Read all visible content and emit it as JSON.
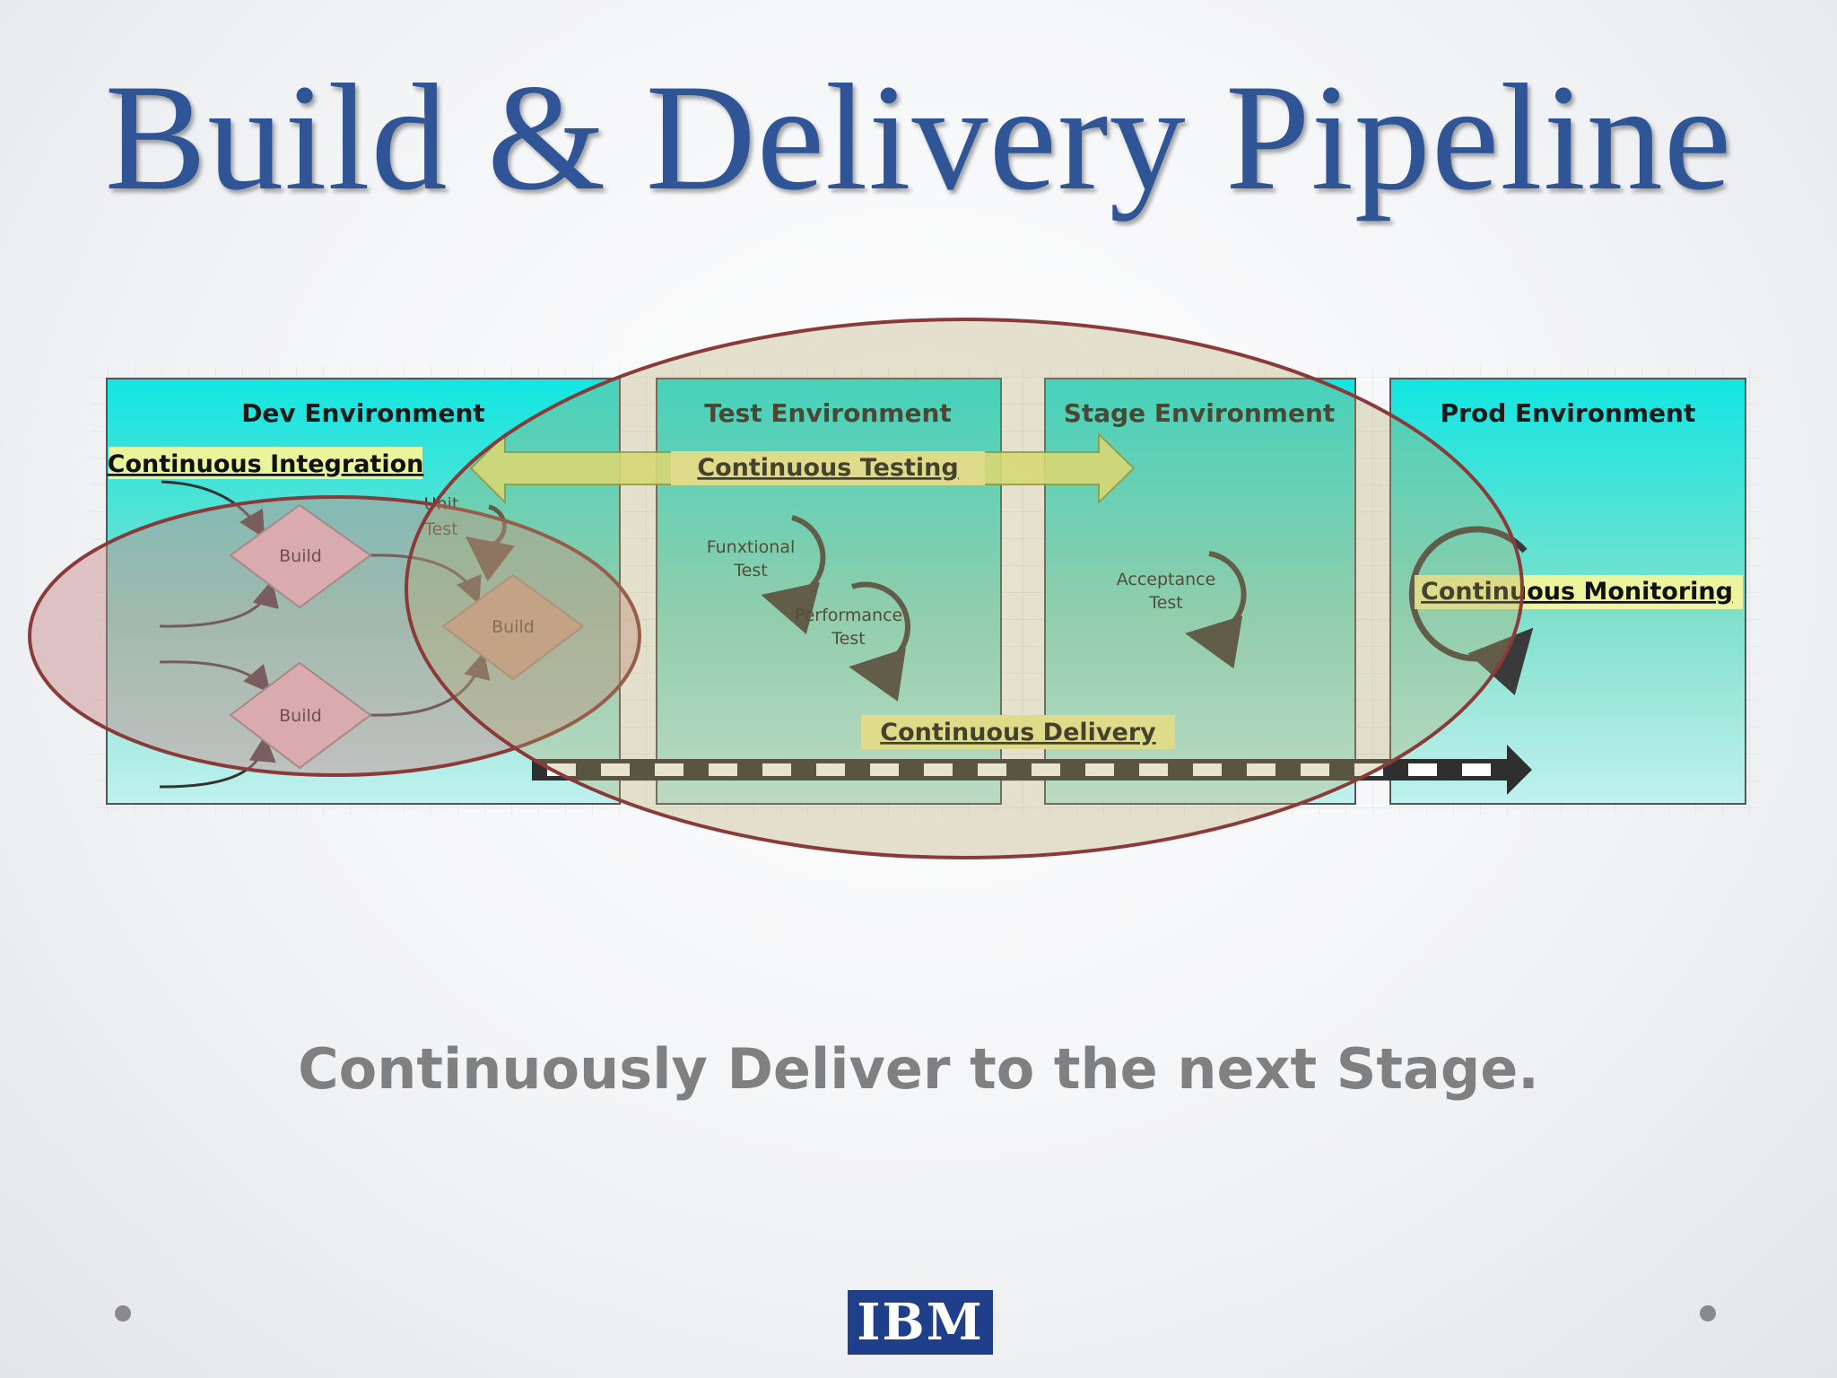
{
  "slide": {
    "title": "Build & Delivery Pipeline",
    "subtitle": "Continuously Deliver to the next Stage."
  },
  "diagram": {
    "environments": [
      "Dev Environment",
      "Test Environment",
      "Stage Environment",
      "Prod Environment"
    ],
    "banners": {
      "continuous_integration": "Continuous Integration",
      "continuous_testing": "Continuous Testing",
      "continuous_delivery": "Continuous Delivery",
      "continuous_monitoring": "Continuous Monitoring"
    },
    "nodes": {
      "build_top": "Build",
      "build_bottom": "Build",
      "build_merge": "Build",
      "unit_test": [
        "Unit",
        "Test"
      ],
      "functional_test": [
        "Funxtional",
        "Test"
      ],
      "performance_test": [
        "Performance",
        "Test"
      ],
      "acceptance_test": [
        "Acceptance",
        "Test"
      ]
    }
  },
  "logo": {
    "text": "IBM"
  },
  "colors": {
    "title": "#2f5597",
    "subtitle": "#808080",
    "panel_top": "#17e3e0",
    "panel_bottom": "#b9efe9",
    "highlight_ellipse": "#8b3a3a",
    "banner": "#f2f59a"
  }
}
